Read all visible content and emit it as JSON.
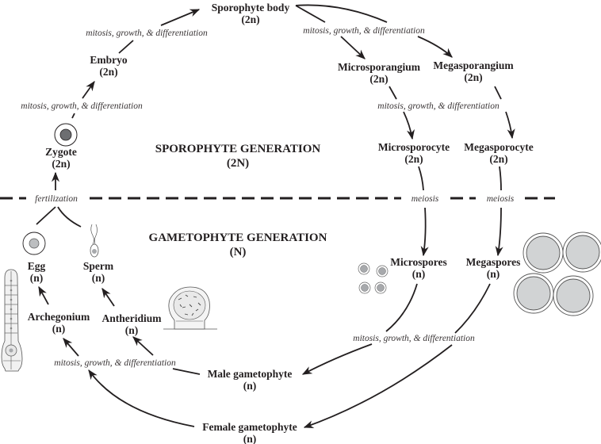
{
  "title": "Plant life cycle: alternation of generations",
  "generations": {
    "sporophyte": {
      "label": "SPOROPHYTE GENERATION",
      "ploidy": "(2N)"
    },
    "gametophyte": {
      "label": "GAMETOPHYTE GENERATION",
      "ploidy": "(N)"
    }
  },
  "nodes": {
    "sporophyte_body": {
      "name": "Sporophyte body",
      "ploidy": "(2n)"
    },
    "embryo": {
      "name": "Embryo",
      "ploidy": "(2n)"
    },
    "zygote": {
      "name": "Zygote",
      "ploidy": "(2n)"
    },
    "microsporangium": {
      "name": "Microsporangium",
      "ploidy": "(2n)"
    },
    "megasporangium": {
      "name": "Megasporangium",
      "ploidy": "(2n)"
    },
    "microsporocyte": {
      "name": "Microsporocyte",
      "ploidy": "(2n)"
    },
    "megasporocyte": {
      "name": "Megasporocyte",
      "ploidy": "(2n)"
    },
    "microspores": {
      "name": "Microspores",
      "ploidy": "(n)"
    },
    "megaspores": {
      "name": "Megaspores",
      "ploidy": "(n)"
    },
    "male_gametophyte": {
      "name": "Male gametophyte",
      "ploidy": "(n)"
    },
    "female_gametophyte": {
      "name": "Female gametophyte",
      "ploidy": "(n)"
    },
    "archegonium": {
      "name": "Archegonium",
      "ploidy": "(n)"
    },
    "antheridium": {
      "name": "Antheridium",
      "ploidy": "(n)"
    },
    "egg": {
      "name": "Egg",
      "ploidy": "(n)"
    },
    "sperm": {
      "name": "Sperm",
      "ploidy": "(n)"
    }
  },
  "processes": {
    "mgd": "mitosis, growth, & differentiation",
    "meiosis": "meiosis",
    "fertilization": "fertilization"
  },
  "colors": {
    "ink": "#231f20",
    "nucleus_dark": "#6d6e71",
    "cell_fill": "#c8c8c8",
    "light_fill": "#d4d4d4"
  }
}
